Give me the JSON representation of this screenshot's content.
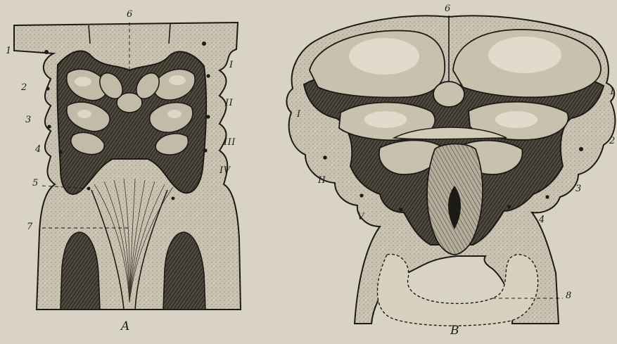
{
  "colors": {
    "paper": "#d9d3c3",
    "tissue": "#c9c2b0",
    "ink": "#1c1a16",
    "shade": "#4a443a",
    "highlight": "#e4dfd0"
  },
  "panels": [
    {
      "id": "A",
      "caption": "A",
      "labels": {
        "n1": "1",
        "n2": "2",
        "n3": "3",
        "n4": "4",
        "n5": "5",
        "n6": "6",
        "n7": "7",
        "r1": "I",
        "r2": "II",
        "r3": "III",
        "r4": "IV"
      }
    },
    {
      "id": "B",
      "caption": "B",
      "labels": {
        "n1": "1",
        "n2": "2",
        "n3": "3",
        "n4": "4",
        "n6": "6",
        "n8": "8",
        "r1": "I",
        "r2": "II",
        "r5": "V"
      }
    }
  ]
}
